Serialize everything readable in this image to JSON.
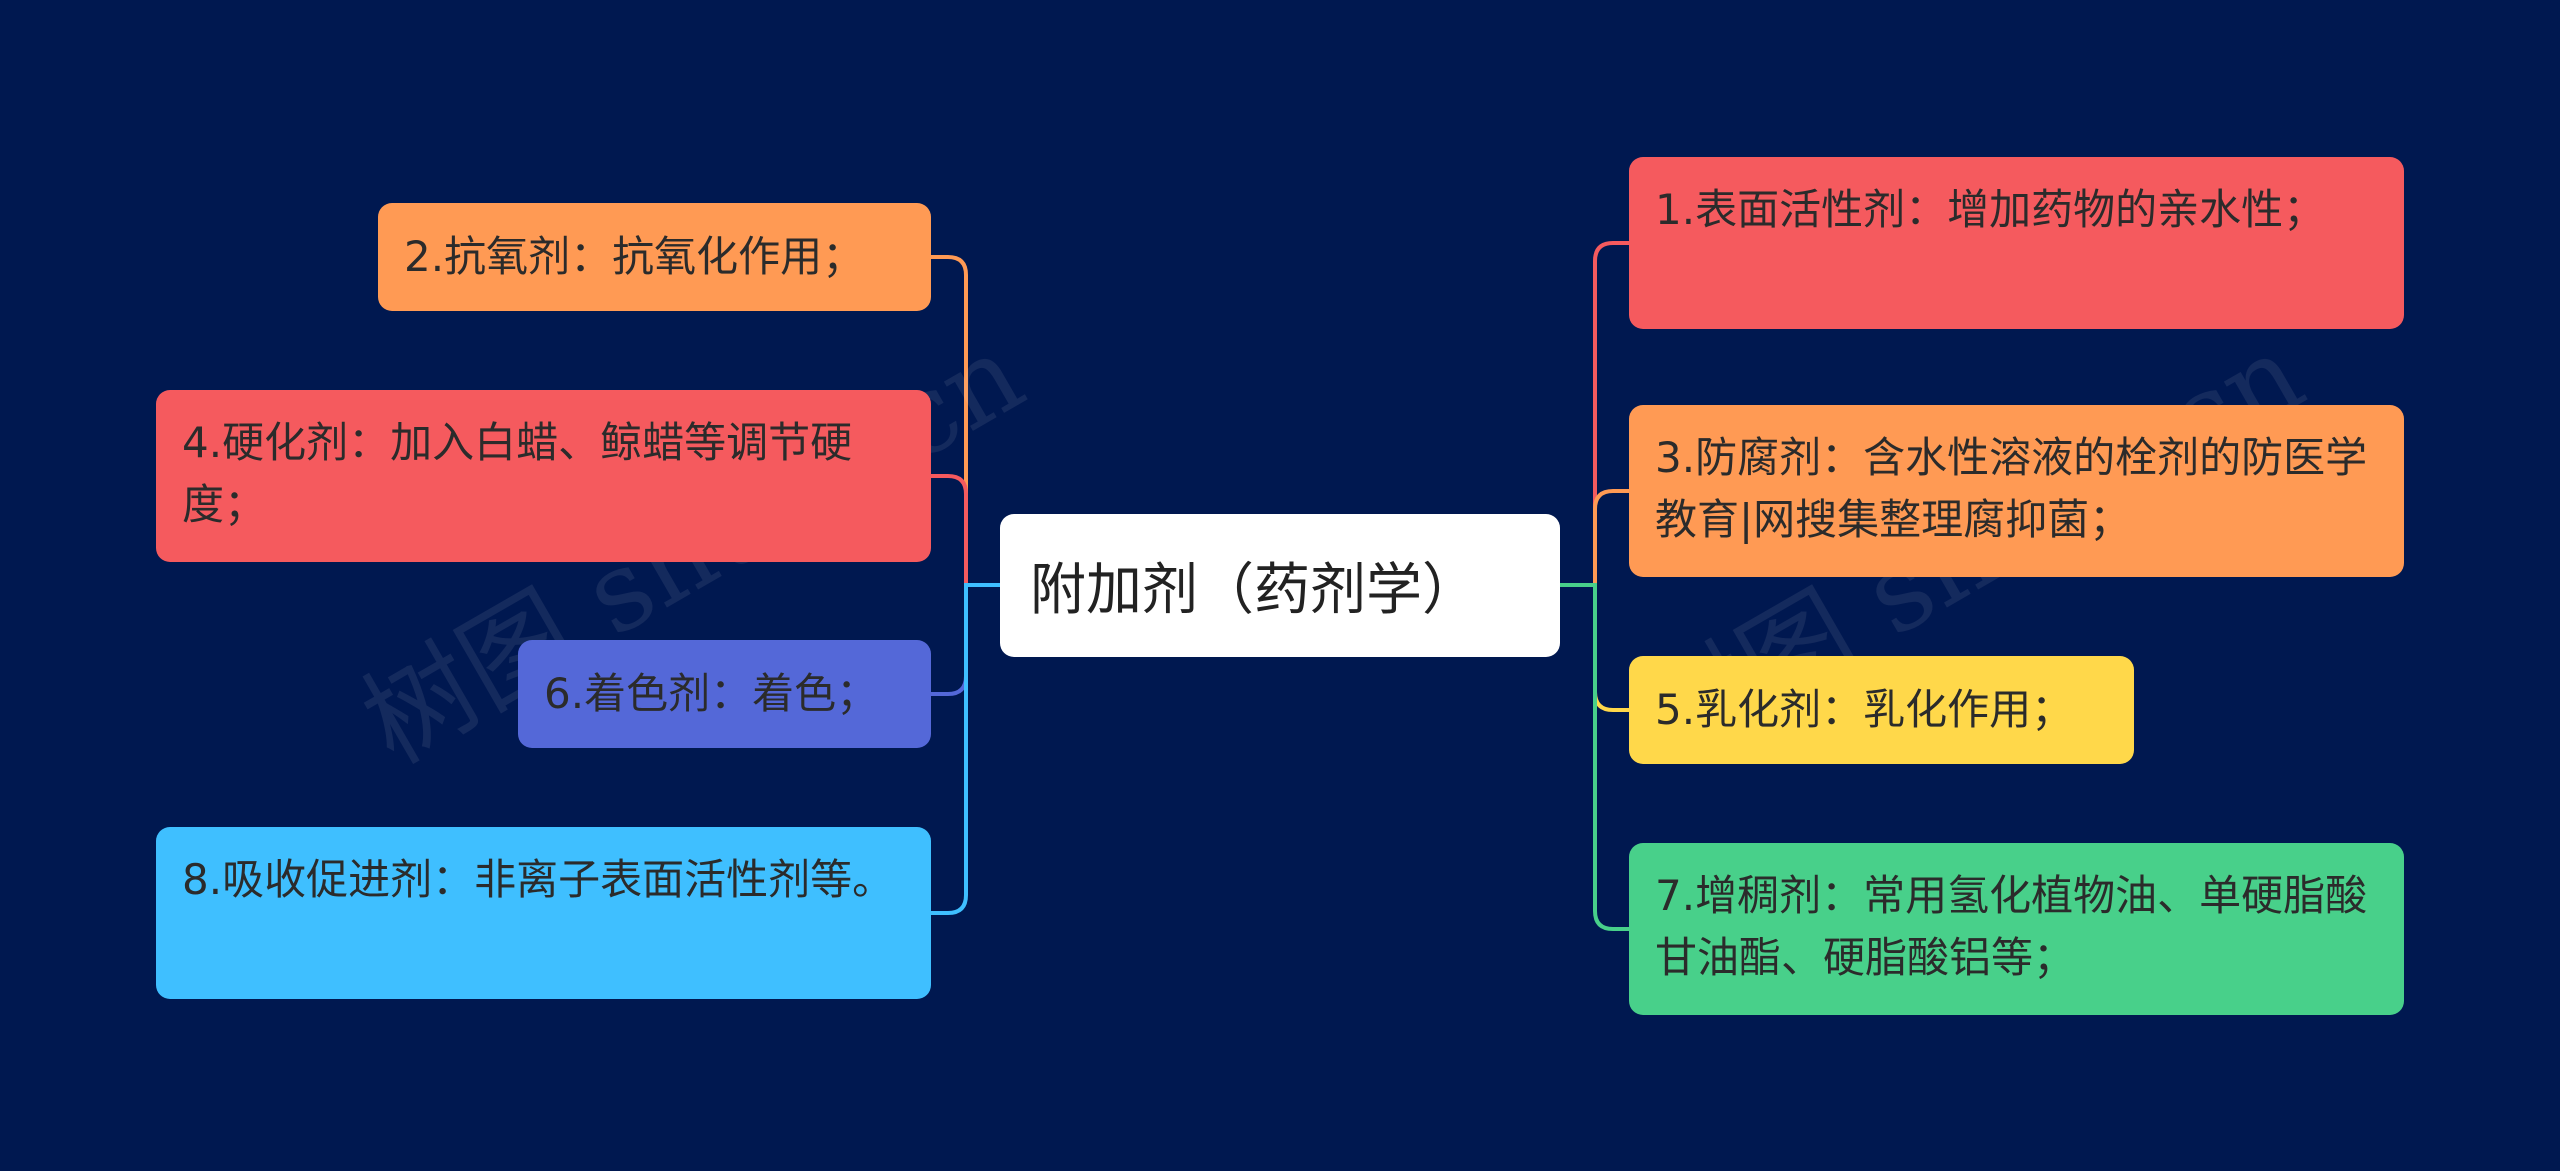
{
  "root": {
    "label": "附加剂（药剂学）"
  },
  "colors": {
    "background": "#001850",
    "red": "#F55A5E",
    "orange": "#FF9A54",
    "blue": "#5468D8",
    "sky": "#3FBFFF",
    "yellow": "#FFD84A",
    "green": "#48D08A"
  },
  "left": [
    {
      "label": "2.抗氧剂：抗氧化作用；",
      "color": "#FF9A54",
      "line": "#FF9A54"
    },
    {
      "label": "4.硬化剂：加入白蜡、鲸蜡等调节硬度；",
      "color": "#F55A5E",
      "line": "#F55A5E"
    },
    {
      "label": "6.着色剂：着色；",
      "color": "#5468D8",
      "line": "#5468D8"
    },
    {
      "label": "8.吸收促进剂：非离子表面活性剂等。",
      "color": "#3FBFFF",
      "line": "#3FBFFF"
    }
  ],
  "right": [
    {
      "label": "1.表面活性剂：增加药物的亲水性；",
      "color": "#F55A5E",
      "line": "#F55A5E"
    },
    {
      "label": "3.防腐剂：含水性溶液的栓剂的防医学教育|网搜集整理腐抑菌；",
      "color": "#FF9A54",
      "line": "#FF9A54"
    },
    {
      "label": "5.乳化剂：乳化作用；",
      "color": "#FFD84A",
      "line": "#FFD84A"
    },
    {
      "label": "7.增稠剂：常用氢化植物油、单硬脂酸甘油酯、硬脂酸铝等；",
      "color": "#48D08A",
      "line": "#48D08A"
    }
  ],
  "watermark": "树图 shutu.cn"
}
